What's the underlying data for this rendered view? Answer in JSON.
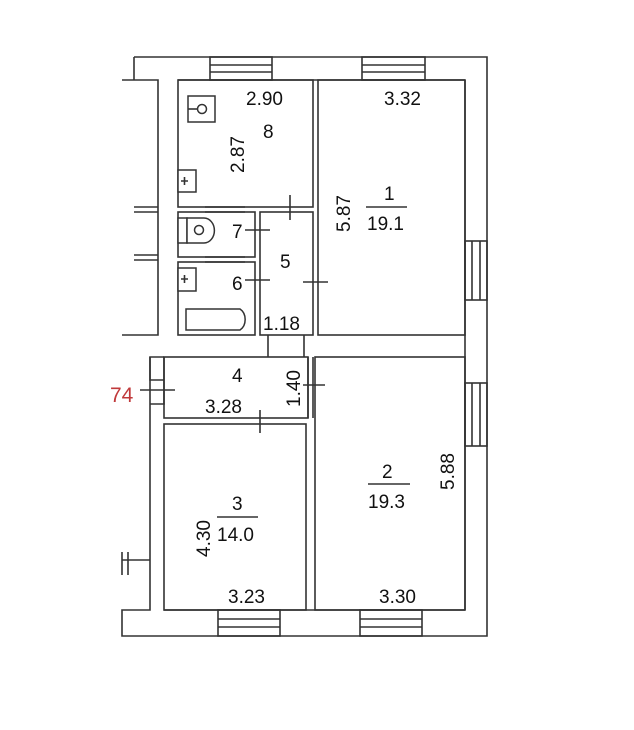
{
  "plan": {
    "marker": "74",
    "rooms": [
      {
        "number": "1",
        "area": "19.1",
        "dims": [
          "3.32",
          "5.87"
        ]
      },
      {
        "number": "2",
        "area": "19.3",
        "dims": [
          "3.30",
          "5.88"
        ]
      },
      {
        "number": "3",
        "area": "14.0",
        "dims": [
          "3.23",
          "4.30"
        ]
      },
      {
        "number": "4",
        "dims": [
          "3.28",
          "1.40"
        ]
      },
      {
        "number": "5",
        "dims": [
          "1.18"
        ]
      },
      {
        "number": "6"
      },
      {
        "number": "7"
      },
      {
        "number": "8",
        "dims": [
          "2.90",
          "2.87"
        ]
      }
    ]
  }
}
